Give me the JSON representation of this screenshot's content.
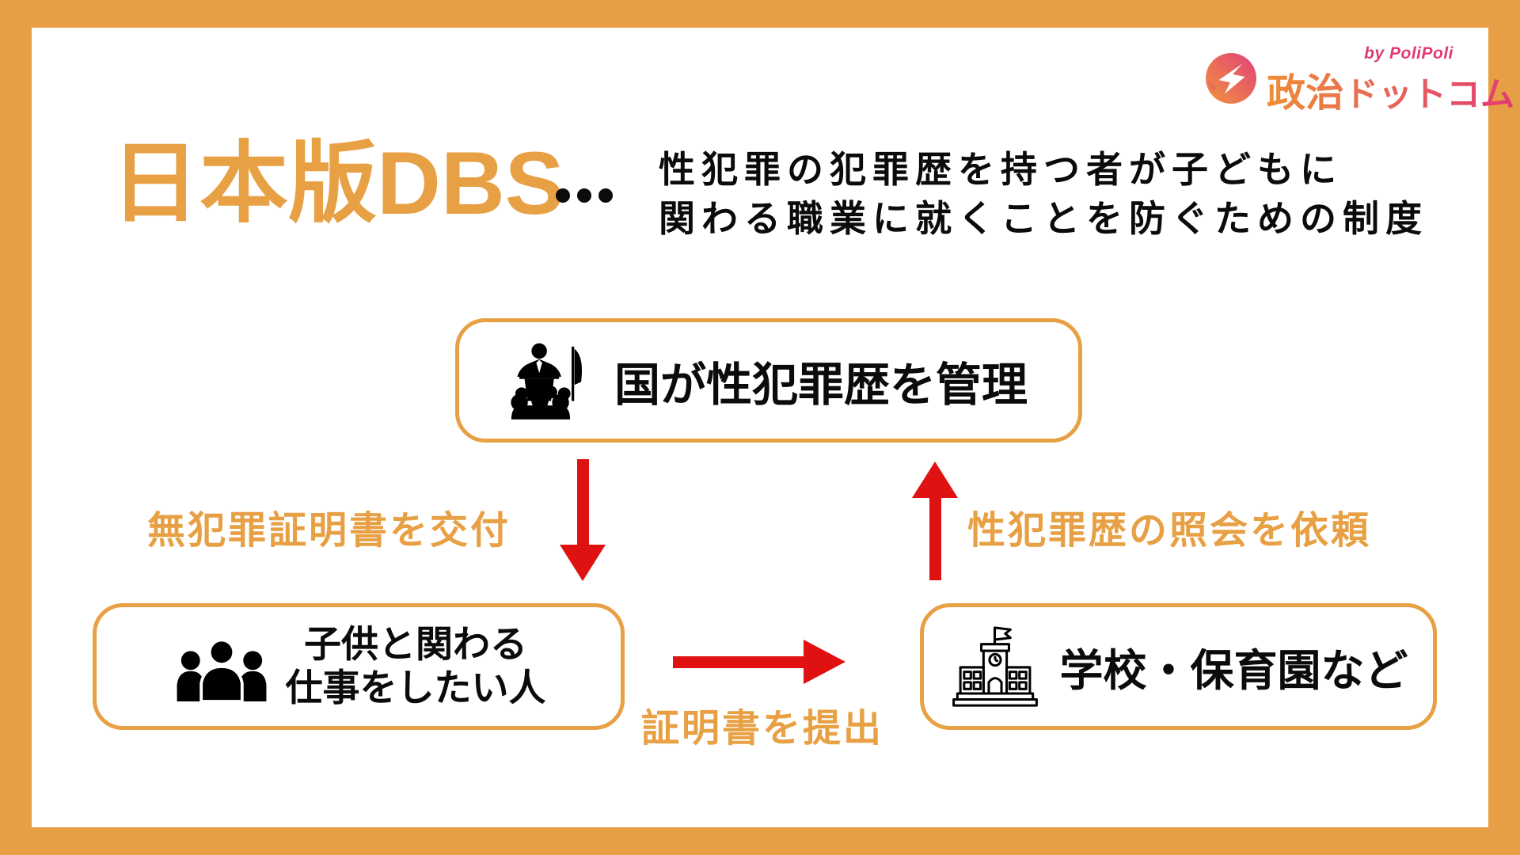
{
  "brand": {
    "by": "by PoliPoli",
    "name_main": "政治",
    "name_sub": "ドットコム"
  },
  "header": {
    "title": "日本版DBS",
    "separator": "…",
    "desc1": "性犯罪の犯罪歴を持つ者が子どもに",
    "desc2": "関わる職業に就くことを防ぐための制度"
  },
  "nodes": {
    "government": {
      "label": "国が性犯罪歴を管理",
      "icon": "podium-speaker-icon"
    },
    "applicant": {
      "label1": "子供と関わる",
      "label2": "仕事をしたい人",
      "icon": "people-group-icon"
    },
    "school": {
      "label": "学校・保育園など",
      "icon": "school-building-icon"
    }
  },
  "edges": {
    "issue": {
      "label": "無犯罪証明書を交付",
      "direction": "down"
    },
    "submit": {
      "label": "証明書を提出",
      "direction": "right"
    },
    "inquiry": {
      "label": "性犯罪歴の照会を依頼",
      "direction": "up"
    }
  },
  "colors": {
    "accent_orange": "#e8a044",
    "arrow_red": "#e01111",
    "text_black": "#0b0b0b",
    "brand_pink": "#e23a74",
    "brand_orange": "#ee8f35"
  }
}
